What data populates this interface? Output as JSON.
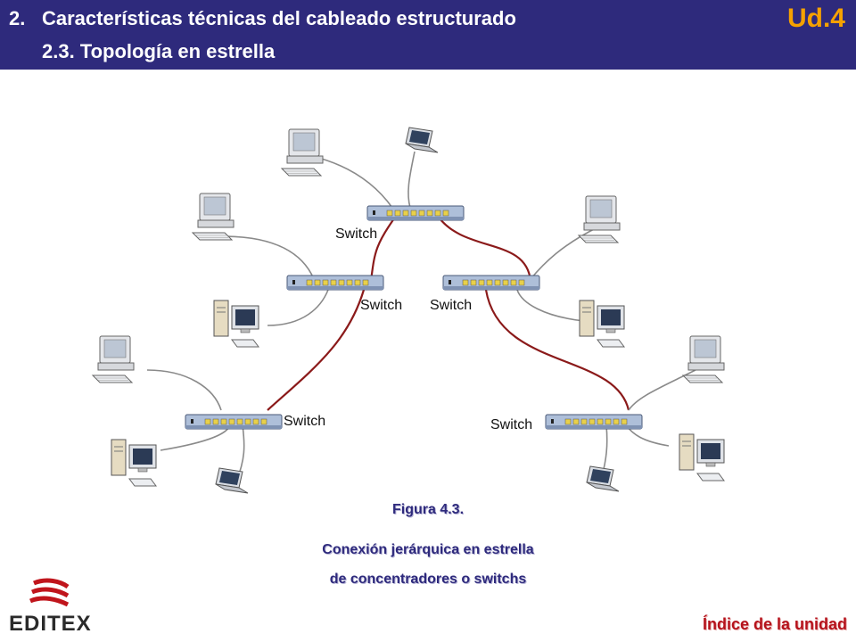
{
  "header": {
    "number": "2.",
    "title": "Características técnicas del cableado estructurado",
    "subtitle": "2.3. Topología en estrella",
    "unit": "Ud.4"
  },
  "diagram": {
    "switch_labels": [
      "Switch",
      "Switch",
      "Switch",
      "Switch",
      "Switch"
    ],
    "colors": {
      "cable_red": "#8b1a1a",
      "cable_gray": "#8a8a8a",
      "port_yellow": "#e8d04a",
      "switch_blue": "#9fb3d1"
    }
  },
  "caption": {
    "figure": "Figura 4.3.",
    "line1": "Conexión jerárquica en estrella",
    "line2": "de concentradores o switchs"
  },
  "footer": {
    "logo_text": "EDITEX",
    "index_link": "Índice de la unidad"
  },
  "colors": {
    "header_bg": "#2e2a7c",
    "unit_orange": "#f5a100",
    "link_red": "#b5121b"
  }
}
